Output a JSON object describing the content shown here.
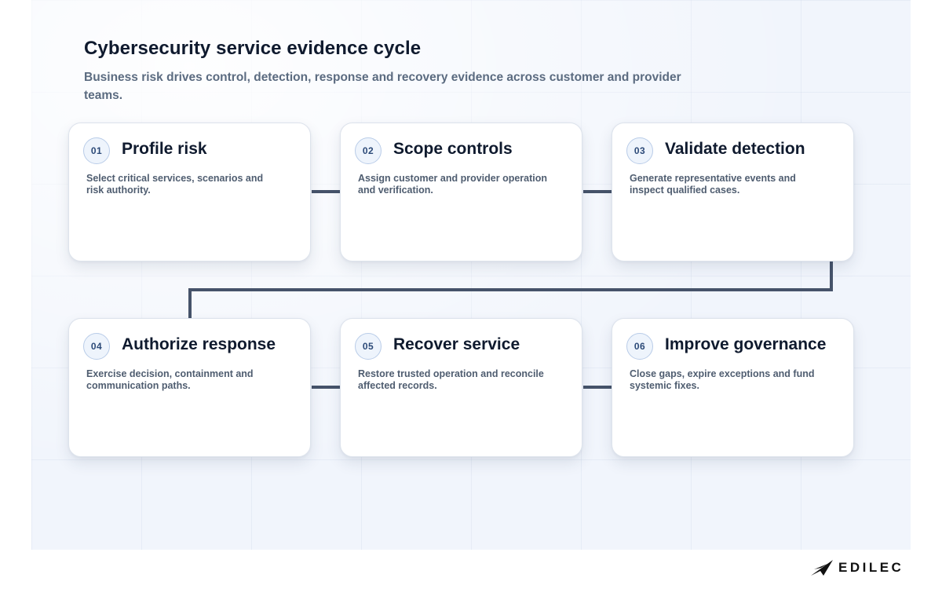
{
  "header": {
    "title": "Cybersecurity service evidence cycle",
    "subtitle": "Business risk drives control, detection, response and recovery evidence across customer and provider teams."
  },
  "steps": [
    {
      "number": "01",
      "title": "Profile risk",
      "description": "Select critical services, scenarios and risk authority."
    },
    {
      "number": "02",
      "title": "Scope controls",
      "description": "Assign customer and provider operation and verification."
    },
    {
      "number": "03",
      "title": "Validate detection",
      "description": "Generate representative events and inspect qualified cases."
    },
    {
      "number": "04",
      "title": "Authorize response",
      "description": "Exercise decision, containment and communication paths."
    },
    {
      "number": "05",
      "title": "Recover service",
      "description": "Restore trusted operation and reconcile affected records."
    },
    {
      "number": "06",
      "title": "Improve governance",
      "description": "Close gaps, expire exceptions and fund systemic fixes."
    }
  ],
  "colors": {
    "connector": "#46536a",
    "title": "#0f1a2e",
    "text": "#4f5d70",
    "badge_border": "#b9cce8"
  },
  "brand": {
    "name": "EDILEC",
    "logo_icon": "edilec-logo-icon"
  }
}
